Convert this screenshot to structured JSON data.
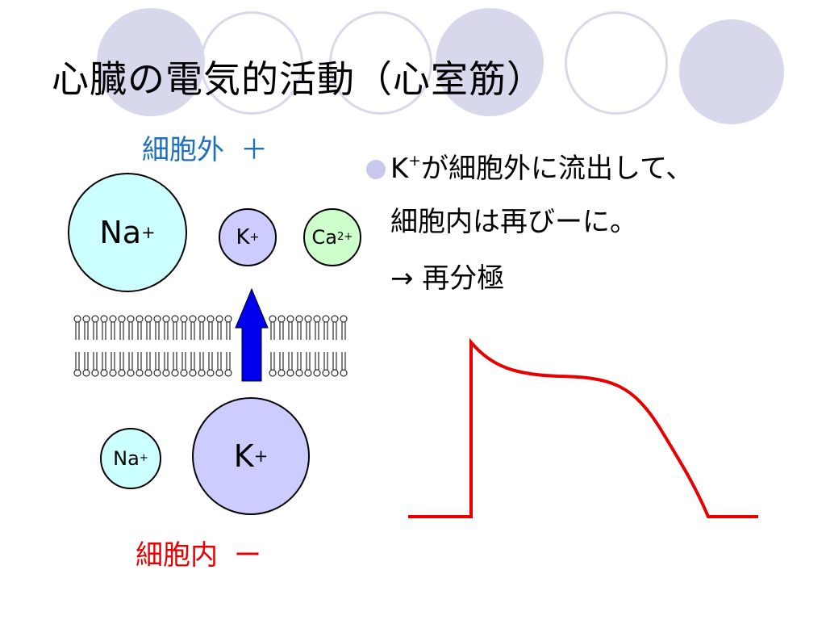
{
  "slide": {
    "title": "心臓の電気的活動（心室筋）",
    "outside_label": "細胞外",
    "outside_sign": "＋",
    "inside_label": "細胞内",
    "inside_sign": "ー"
  },
  "ions": {
    "na_outside": {
      "symbol": "Na",
      "charge": "+"
    },
    "k_outside": {
      "symbol": "K",
      "charge": "+"
    },
    "ca_outside": {
      "symbol": "Ca",
      "charge": "2+"
    },
    "na_inside": {
      "symbol": "Na",
      "charge": "+"
    },
    "k_inside": {
      "symbol": "K",
      "charge": "+"
    }
  },
  "bullet": {
    "line1_ion": "K",
    "line1_charge": "+",
    "line1_text": "が細胞外に流出して、",
    "line2": "細胞内は再びーに。",
    "line3": "→ 再分極"
  },
  "colors": {
    "deco": "#d8d8ec",
    "outside": "#1e6fc0",
    "inside": "#e80000",
    "arrow": "#0000ee",
    "trace": "#e80000",
    "na_fill": "#ccffff",
    "k_fill": "#ccccff",
    "ca_fill": "#ccffcc"
  }
}
